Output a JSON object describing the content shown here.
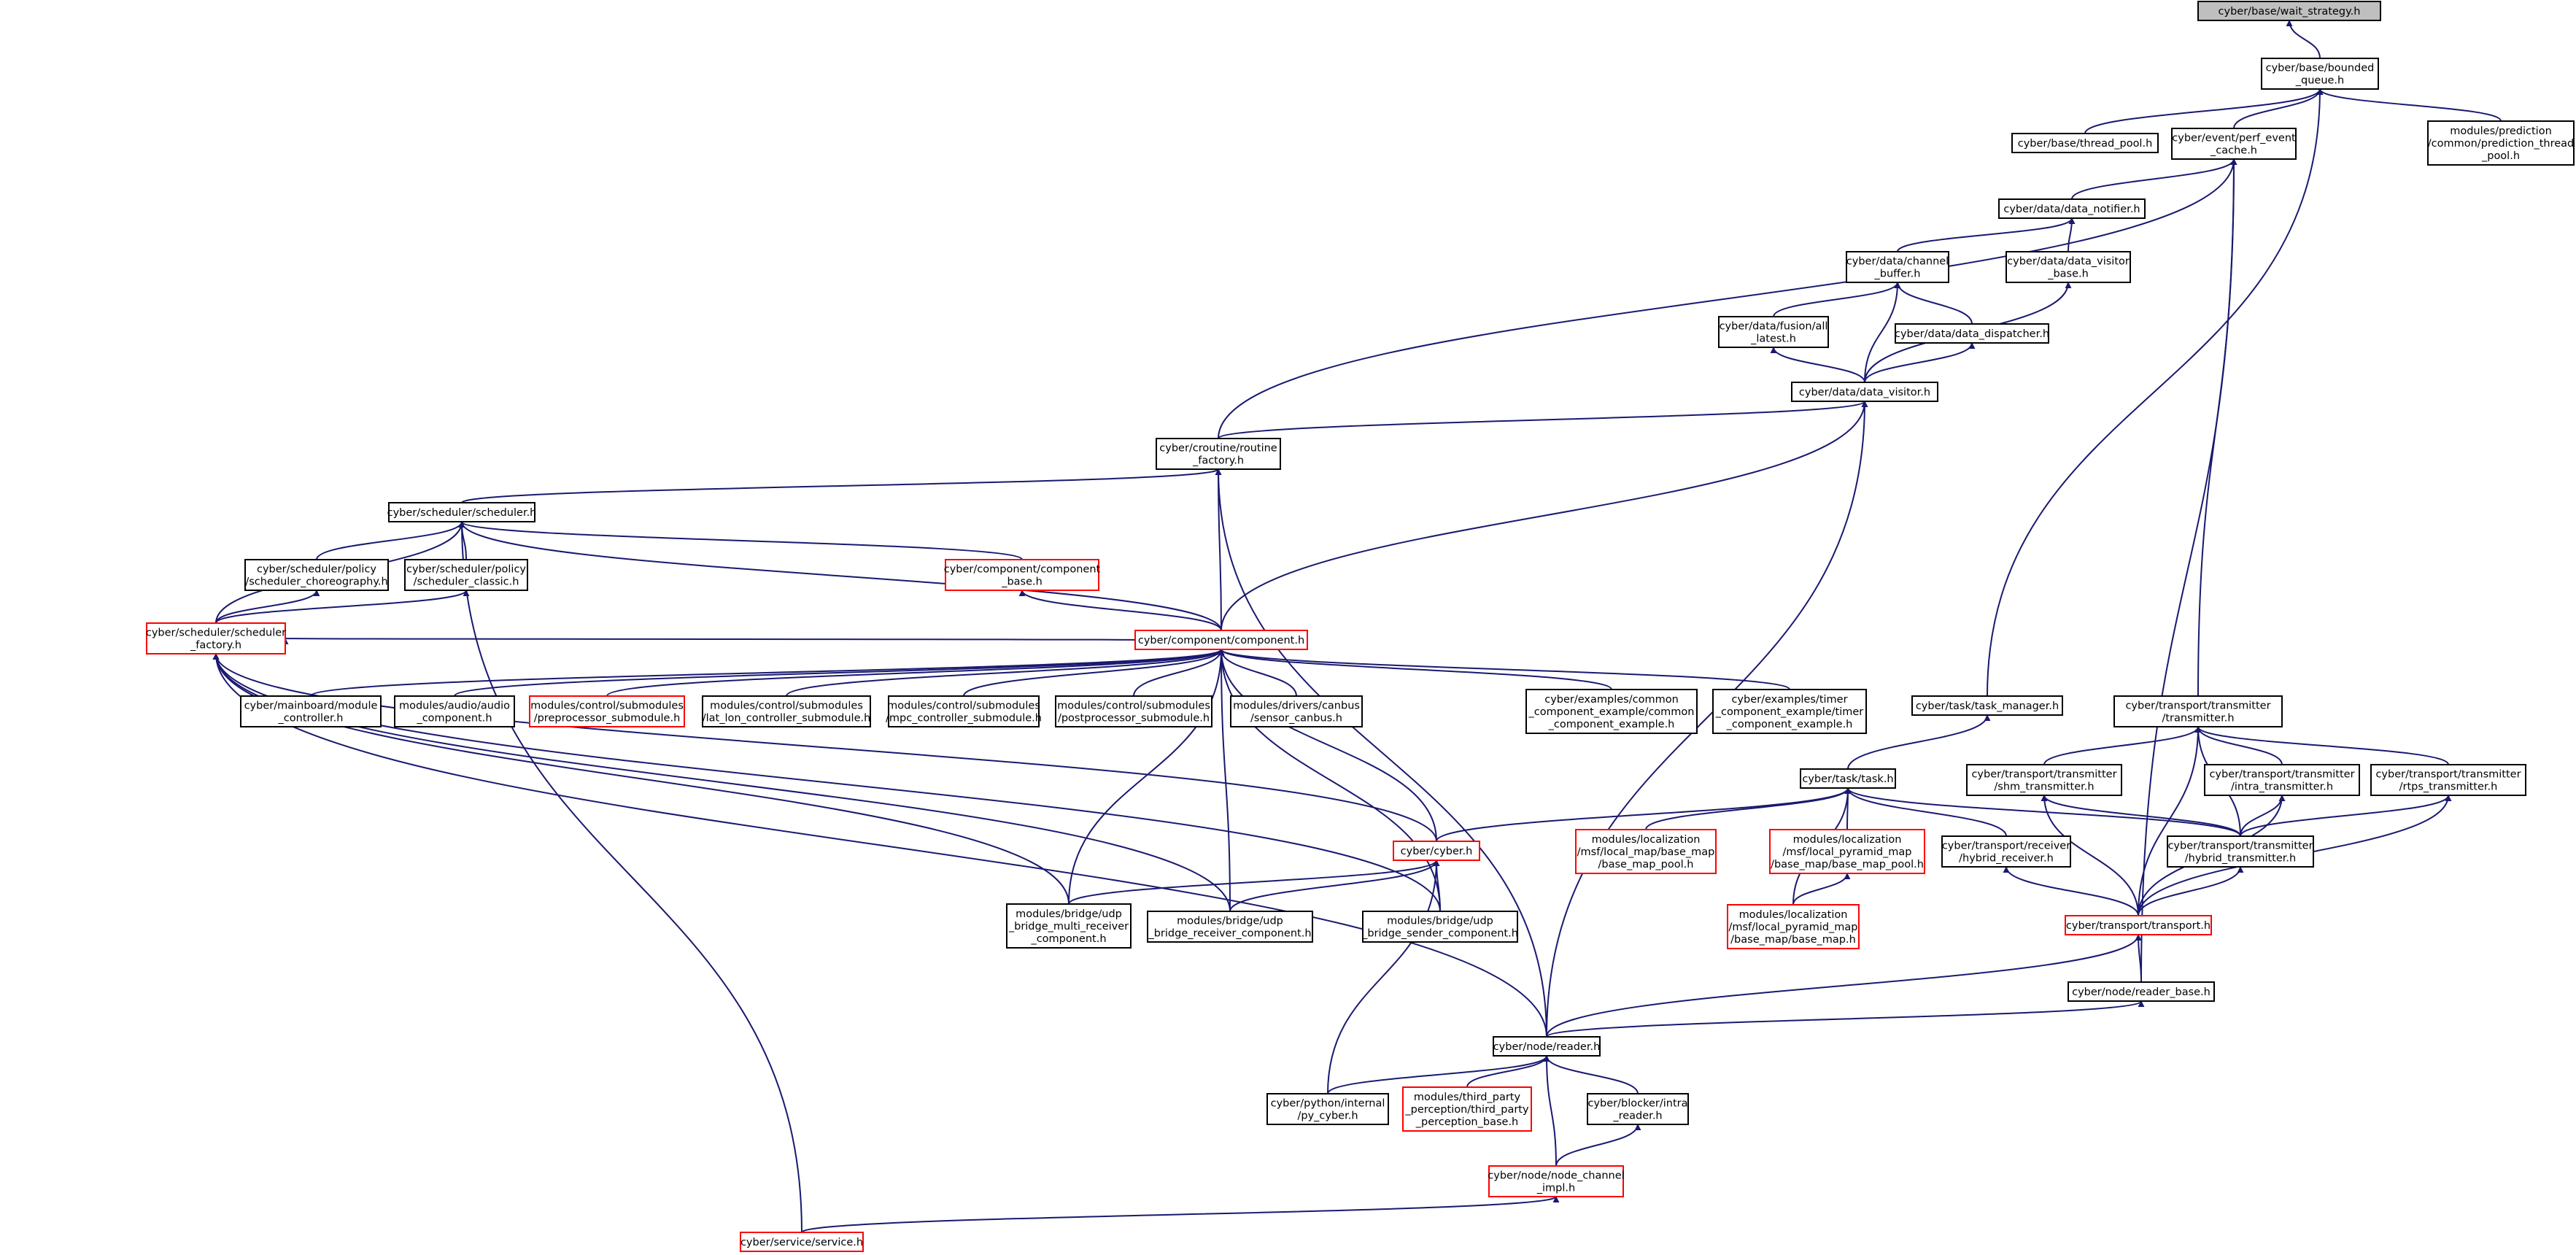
{
  "diagram": {
    "type": "include-dependency-graph",
    "colors": {
      "edge": "#191970",
      "node_border": "#000000",
      "node_border_incomplete": "#ff0000",
      "root_fill": "#bfbfbf"
    },
    "nodes": [
      {
        "id": "wait_strategy",
        "lines": [
          "cyber/base/wait_strategy.h"
        ],
        "style": "root"
      },
      {
        "id": "bounded_queue",
        "lines": [
          "cyber/base/bounded",
          "_queue.h"
        ]
      },
      {
        "id": "thread_pool",
        "lines": [
          "cyber/base/thread_pool.h"
        ]
      },
      {
        "id": "perf_event_cache",
        "lines": [
          "cyber/event/perf_event",
          "_cache.h"
        ]
      },
      {
        "id": "prediction_thread_pool",
        "lines": [
          "modules/prediction",
          "/common/prediction_thread",
          "_pool.h"
        ]
      },
      {
        "id": "data_notifier",
        "lines": [
          "cyber/data/data_notifier.h"
        ]
      },
      {
        "id": "channel_buffer",
        "lines": [
          "cyber/data/channel",
          "_buffer.h"
        ]
      },
      {
        "id": "data_visitor_base",
        "lines": [
          "cyber/data/data_visitor",
          "_base.h"
        ]
      },
      {
        "id": "fusion_all_latest",
        "lines": [
          "cyber/data/fusion/all",
          "_latest.h"
        ]
      },
      {
        "id": "data_dispatcher",
        "lines": [
          "cyber/data/data_dispatcher.h"
        ]
      },
      {
        "id": "data_visitor",
        "lines": [
          "cyber/data/data_visitor.h"
        ]
      },
      {
        "id": "routine_factory",
        "lines": [
          "cyber/croutine/routine",
          "_factory.h"
        ]
      },
      {
        "id": "scheduler",
        "lines": [
          "cyber/scheduler/scheduler.h"
        ]
      },
      {
        "id": "scheduler_choreography",
        "lines": [
          "cyber/scheduler/policy",
          "/scheduler_choreography.h"
        ]
      },
      {
        "id": "scheduler_classic",
        "lines": [
          "cyber/scheduler/policy",
          "/scheduler_classic.h"
        ]
      },
      {
        "id": "component_base",
        "lines": [
          "cyber/component/component",
          "_base.h"
        ],
        "style": "red"
      },
      {
        "id": "scheduler_factory",
        "lines": [
          "cyber/scheduler/scheduler",
          "_factory.h"
        ],
        "style": "red"
      },
      {
        "id": "component",
        "lines": [
          "cyber/component/component.h"
        ],
        "style": "red"
      },
      {
        "id": "module_controller",
        "lines": [
          "cyber/mainboard/module",
          "_controller.h"
        ]
      },
      {
        "id": "audio_component",
        "lines": [
          "modules/audio/audio",
          "_component.h"
        ]
      },
      {
        "id": "preprocessor_submodule",
        "lines": [
          "modules/control/submodules",
          "/preprocessor_submodule.h"
        ],
        "style": "red"
      },
      {
        "id": "lat_lon_controller",
        "lines": [
          "modules/control/submodules",
          "/lat_lon_controller_submodule.h"
        ]
      },
      {
        "id": "mpc_controller",
        "lines": [
          "modules/control/submodules",
          "/mpc_controller_submodule.h"
        ]
      },
      {
        "id": "postprocessor_submodule",
        "lines": [
          "modules/control/submodules",
          "/postprocessor_submodule.h"
        ]
      },
      {
        "id": "sensor_canbus",
        "lines": [
          "modules/drivers/canbus",
          "/sensor_canbus.h"
        ]
      },
      {
        "id": "common_component_example",
        "lines": [
          "cyber/examples/common",
          "_component_example/common",
          "_component_example.h"
        ]
      },
      {
        "id": "timer_component_example",
        "lines": [
          "cyber/examples/timer",
          "_component_example/timer",
          "_component_example.h"
        ]
      },
      {
        "id": "task_manager",
        "lines": [
          "cyber/task/task_manager.h"
        ]
      },
      {
        "id": "transmitter",
        "lines": [
          "cyber/transport/transmitter",
          "/transmitter.h"
        ]
      },
      {
        "id": "task",
        "lines": [
          "cyber/task/task.h"
        ]
      },
      {
        "id": "shm_transmitter",
        "lines": [
          "cyber/transport/transmitter",
          "/shm_transmitter.h"
        ]
      },
      {
        "id": "intra_transmitter",
        "lines": [
          "cyber/transport/transmitter",
          "/intra_transmitter.h"
        ]
      },
      {
        "id": "rtps_transmitter",
        "lines": [
          "cyber/transport/transmitter",
          "/rtps_transmitter.h"
        ]
      },
      {
        "id": "cyber",
        "lines": [
          "cyber/cyber.h"
        ],
        "style": "red"
      },
      {
        "id": "base_map_pool",
        "lines": [
          "modules/localization",
          "/msf/local_map/base_map",
          "/base_map_pool.h"
        ],
        "style": "red"
      },
      {
        "id": "pyramid_base_map_pool",
        "lines": [
          "modules/localization",
          "/msf/local_pyramid_map",
          "/base_map/base_map_pool.h"
        ],
        "style": "red"
      },
      {
        "id": "hybrid_receiver",
        "lines": [
          "cyber/transport/receiver",
          "/hybrid_receiver.h"
        ]
      },
      {
        "id": "hybrid_transmitter",
        "lines": [
          "cyber/transport/transmitter",
          "/hybrid_transmitter.h"
        ]
      },
      {
        "id": "pyramid_base_map",
        "lines": [
          "modules/localization",
          "/msf/local_pyramid_map",
          "/base_map/base_map.h"
        ],
        "style": "red"
      },
      {
        "id": "transport",
        "lines": [
          "cyber/transport/transport.h"
        ],
        "style": "red"
      },
      {
        "id": "bridge_multi_receiver",
        "lines": [
          "modules/bridge/udp",
          "_bridge_multi_receiver",
          "_component.h"
        ]
      },
      {
        "id": "bridge_receiver",
        "lines": [
          "modules/bridge/udp",
          "_bridge_receiver_component.h"
        ]
      },
      {
        "id": "bridge_sender",
        "lines": [
          "modules/bridge/udp",
          "_bridge_sender_component.h"
        ]
      },
      {
        "id": "reader_base",
        "lines": [
          "cyber/node/reader_base.h"
        ]
      },
      {
        "id": "reader",
        "lines": [
          "cyber/node/reader.h"
        ]
      },
      {
        "id": "py_cyber",
        "lines": [
          "cyber/python/internal",
          "/py_cyber.h"
        ]
      },
      {
        "id": "third_party_perception_base",
        "lines": [
          "modules/third_party",
          "_perception/third_party",
          "_perception_base.h"
        ],
        "style": "red"
      },
      {
        "id": "intra_reader",
        "lines": [
          "cyber/blocker/intra",
          "_reader.h"
        ]
      },
      {
        "id": "node_channel_impl",
        "lines": [
          "cyber/node/node_channel",
          "_impl.h"
        ],
        "style": "red"
      },
      {
        "id": "service",
        "lines": [
          "cyber/service/service.h"
        ],
        "style": "red"
      }
    ]
  }
}
